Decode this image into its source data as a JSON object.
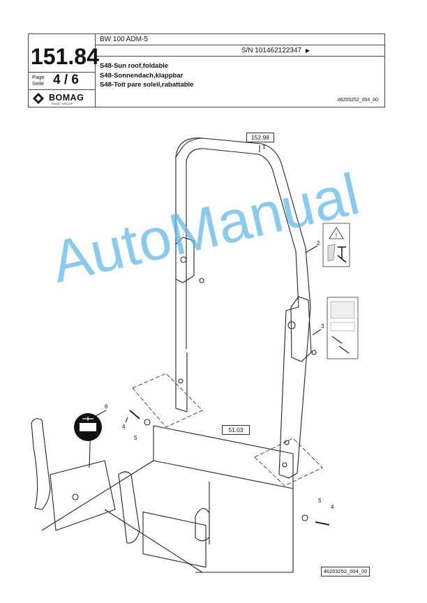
{
  "header": {
    "model": "BW 100 ADM-5",
    "serial": "S/N 101462122347",
    "section_number": "151.84",
    "page_label_en": "Page",
    "page_label_de": "Seite",
    "page_value": "4 / 6",
    "titles": [
      "S48-Sun roof,foldable",
      "S48-Sonnendach,klappbar",
      "S48-Toit pare soleil,rabattable"
    ],
    "doc_ref": "46203252_004_00",
    "logo_text": "BOMAG",
    "logo_subtext": "FAYAT GROUP"
  },
  "drawing": {
    "ref_top": "152.98",
    "ref_frame": "51.03",
    "callouts": [
      "1",
      "2",
      "3",
      "4",
      "5",
      "6",
      "4",
      "5"
    ],
    "footer_ref": "46203252_004_00"
  },
  "watermark": "AutoManual"
}
